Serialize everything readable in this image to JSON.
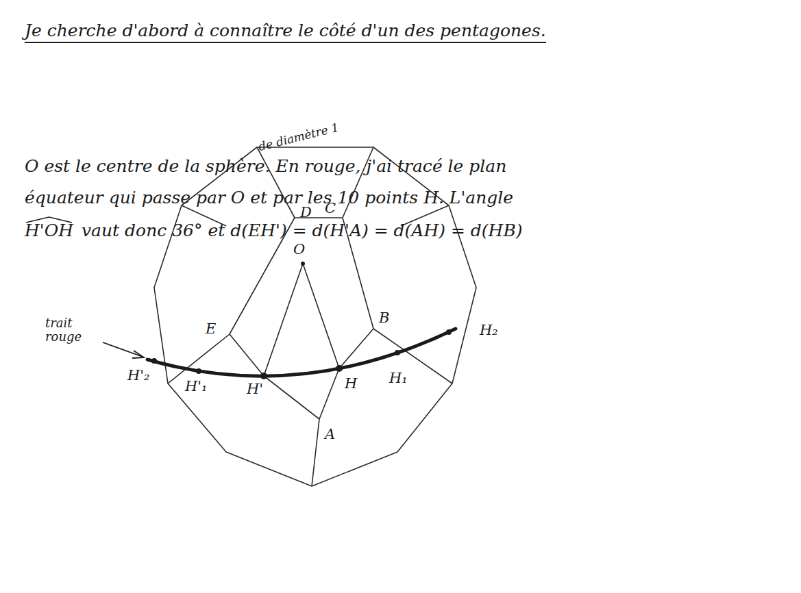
{
  "diagram": {
    "labels": [
      "Je cherche d'abord à connaître le côté d'un des pentagones.",
      "O est le centre de la sphère",
      "de diamètre 1",
      ". En rouge, j'ai tracé le plan",
      "équateur qui passe par O et par les 10 points H. L'angle",
      "H'OH",
      "vaut donc 36° et d(EH') = d(H'A) = d(AH) = d(HB)",
      "D",
      "C",
      "O",
      "trait rouge",
      "H'₂",
      "E",
      "B",
      "H₂",
      "H'₁",
      "H'",
      "H",
      "H₁",
      "A"
    ]
  }
}
